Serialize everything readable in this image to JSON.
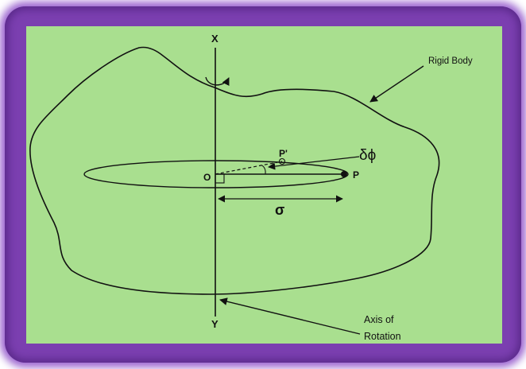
{
  "diagram": {
    "labels": {
      "axis_top": "X",
      "axis_bottom": "Y",
      "origin": "O",
      "point": "P",
      "point_prime": "P'",
      "delta_phi": "δϕ",
      "radius": "σ",
      "rigid_body": "Rigid Body",
      "axis_of": "Axis of",
      "rotation": "Rotation"
    },
    "colors": {
      "frame": "#7b3fb0",
      "background": "#a9df8f",
      "stroke": "#111111"
    }
  }
}
